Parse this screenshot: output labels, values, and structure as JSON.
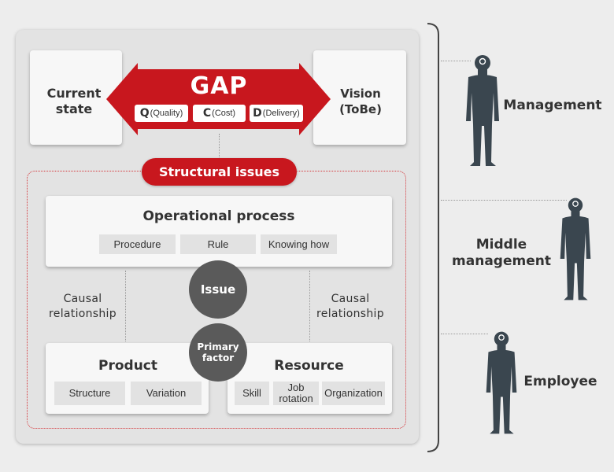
{
  "gap": {
    "left_label": "Current\nstate",
    "right_label": "Vision\n(ToBe)",
    "title": "GAP",
    "qcd": [
      {
        "letter": "Q",
        "text": "(Quality)"
      },
      {
        "letter": "C",
        "text": "(Cost)"
      },
      {
        "letter": "D",
        "text": "(Delivery)"
      }
    ]
  },
  "structural": {
    "title": "Structural issues",
    "operational": {
      "title": "Operational process",
      "items": [
        "Procedure",
        "Rule",
        "Knowing how"
      ]
    },
    "issue": "Issue",
    "primary_factor": "Primary\nfactor",
    "causal_left": "Causal\nrelationship",
    "causal_right": "Causal\nrelationship",
    "product": {
      "title": "Product",
      "items": [
        "Structure",
        "Variation"
      ]
    },
    "resource": {
      "title": "Resource",
      "items": [
        "Skill",
        "Job\nrotation",
        "Organization"
      ]
    }
  },
  "roles": [
    "Management",
    "Middle\nmanagement",
    "Employee"
  ],
  "colors": {
    "accent_red": "#c8171e",
    "circle_gray": "#5a5a5a",
    "person": "#3a464f"
  }
}
